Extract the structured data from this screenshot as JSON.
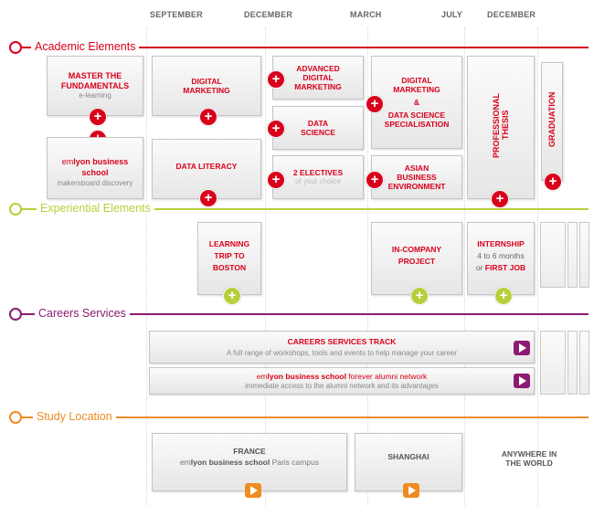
{
  "months": [
    "SEPTEMBER",
    "DECEMBER",
    "MARCH",
    "JULY",
    "DECEMBER"
  ],
  "colors": {
    "academic": "#d9001b",
    "experiential": "#b8cf3c",
    "careers": "#8b1b73",
    "location": "#ee8c22"
  },
  "sections": {
    "academic": "Academic Elements",
    "experiential": "Experiential Elements",
    "careers": "Careers Services",
    "location": "Study Location"
  },
  "academic": {
    "master_title": "MASTER THE FUNDAMENTALS",
    "master_sub": "e-learning",
    "emlyon_title_a": "em",
    "emlyon_title_b": "lyon business school",
    "emlyon_sub": "makersboard discovery",
    "digital_marketing": "DIGITAL MARKETING",
    "data_literacy": "DATA LITERACY",
    "advanced_dm": "ADVANCED DIGITAL MARKETING",
    "data_science": "DATA SCIENCE",
    "electives_title": "2 ELECTIVES",
    "electives_sub": "of your choice",
    "dm_ds_a": "DIGITAL MARKETING",
    "dm_ds_amp": "&",
    "dm_ds_b": "DATA SCIENCE SPECIALISATION",
    "asian_env": "ASIAN BUSINESS ENVIRONMENT",
    "thesis": "PROFESSIONAL THESIS",
    "graduation": "GRADUATION"
  },
  "experiential": {
    "learning_trip": "LEARNING TRIP TO BOSTON",
    "in_company": "IN-COMPANY PROJECT",
    "internship": "INTERNSHIP",
    "internship_months": "4 to 6 months",
    "internship_or": "or",
    "first_job": "FIRST JOB"
  },
  "careers": {
    "track_title": "CAREERS SERVICES TRACK",
    "track_sub": "A full range of workshops, tools and events to help manage your career",
    "alumni_a": "em",
    "alumni_b": "lyon business school",
    "alumni_c": "forever alumni network",
    "alumni_sub": "immediate access to the alumni network and its advantages"
  },
  "location": {
    "france": "FRANCE",
    "france_a": "em",
    "france_b": "lyon business school",
    "france_c": "Paris campus",
    "shanghai": "SHANGHAI",
    "anywhere": "ANYWHERE IN THE WORLD"
  },
  "icons": {
    "plus": "+"
  }
}
